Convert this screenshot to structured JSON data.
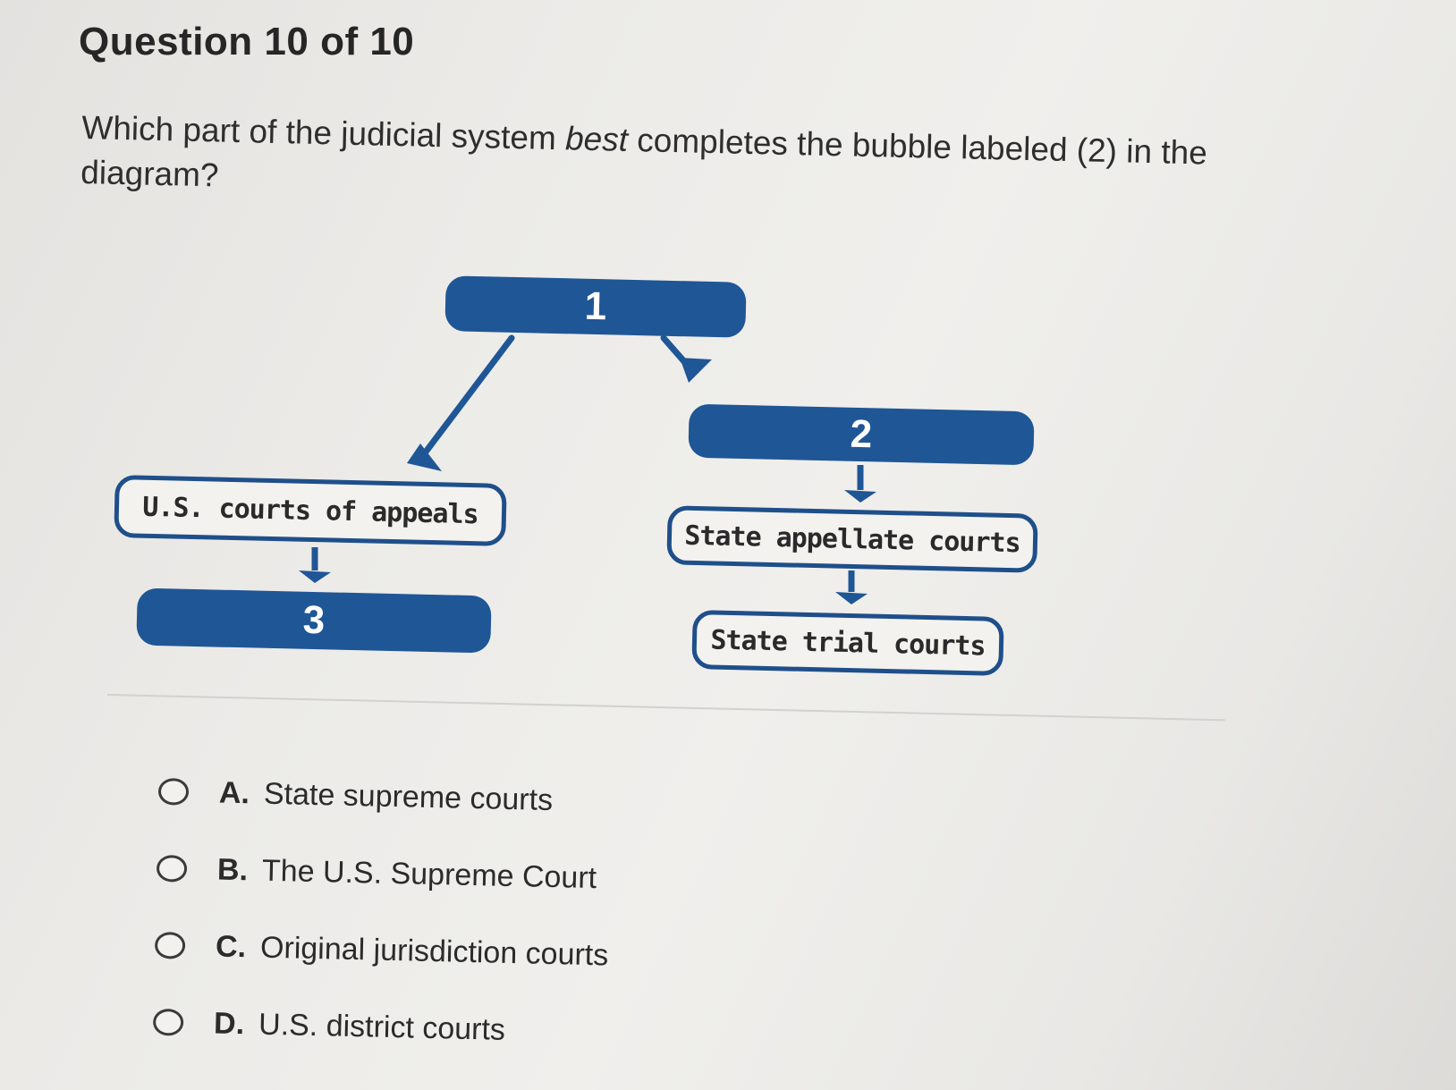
{
  "question": {
    "header": "Question 10 of 10",
    "text_before": "Which part of the judicial system ",
    "text_emphasis": "best",
    "text_after": " completes the bubble labeled (2) in the diagram?"
  },
  "diagram": {
    "node1_label": "1",
    "node2_label": "2",
    "node3_label": "3",
    "us_appeals_label": "U.S. courts of appeals",
    "state_appellate_label": "State appellate courts",
    "state_trial_label": "State trial courts",
    "accent_color": "#1f5696"
  },
  "options": [
    {
      "letter": "A.",
      "text": "State supreme courts"
    },
    {
      "letter": "B.",
      "text": "The U.S. Supreme Court"
    },
    {
      "letter": "C.",
      "text": "Original jurisdiction courts"
    },
    {
      "letter": "D.",
      "text": "U.S. district courts"
    }
  ]
}
